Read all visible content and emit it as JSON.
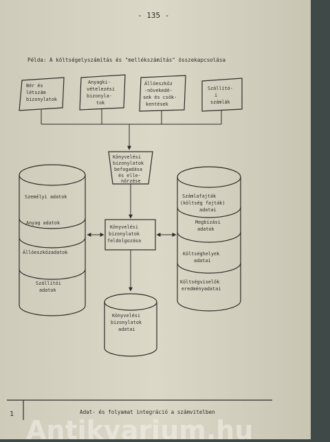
{
  "page_number": "- 135 -",
  "title": "Példa: A költségelyszámítás és \"mellékszámítás\" összekapcsolása",
  "sources": [
    {
      "id": "ber",
      "lines": [
        "Bér és",
        "létszám",
        "bizonylatok"
      ]
    },
    {
      "id": "anyag",
      "lines": [
        "Anyagki-",
        "vételezési",
        "bizonyla-",
        "tok"
      ]
    },
    {
      "id": "alloeszkoz",
      "lines": [
        "Állóeszköz",
        "-növekedé-",
        "sek és csök-",
        "kentések"
      ]
    },
    {
      "id": "szallitoi",
      "lines": [
        "Szállító-",
        "i",
        "számlák"
      ]
    }
  ],
  "check_step": {
    "lines": [
      "Könyvelési",
      "bizonylatok",
      "befogadása",
      "és elle-",
      "nőrzése"
    ]
  },
  "process": {
    "lines": [
      "Könyvelési",
      "bizonylatok",
      "feldolgozása"
    ]
  },
  "left_store": {
    "items": [
      [
        "Személyi adatok"
      ],
      [
        "Anyag adatok"
      ],
      [
        "Állóeszközadatok"
      ],
      [
        "Szállítói",
        "adatok"
      ]
    ]
  },
  "right_store": {
    "items": [
      [
        "Számlafajták",
        "(költség fajták)",
        "adatai"
      ],
      [
        "Megbízási",
        "adatok"
      ],
      [
        "Költséghelyek",
        "adatai"
      ],
      [
        "Költségviselők",
        "eredményadatai"
      ]
    ]
  },
  "output_store": {
    "lines": [
      "Könyvelési",
      "bizonylatok",
      "adatai"
    ]
  },
  "footer": {
    "text": "Adat- és folyamat integráció a számvitelben",
    "mark": "1"
  },
  "watermark": "Antikvarium.hu",
  "colors": {
    "paper": "#d8d4c4",
    "ink": "#2c2a26",
    "background": "#3f4a48"
  }
}
